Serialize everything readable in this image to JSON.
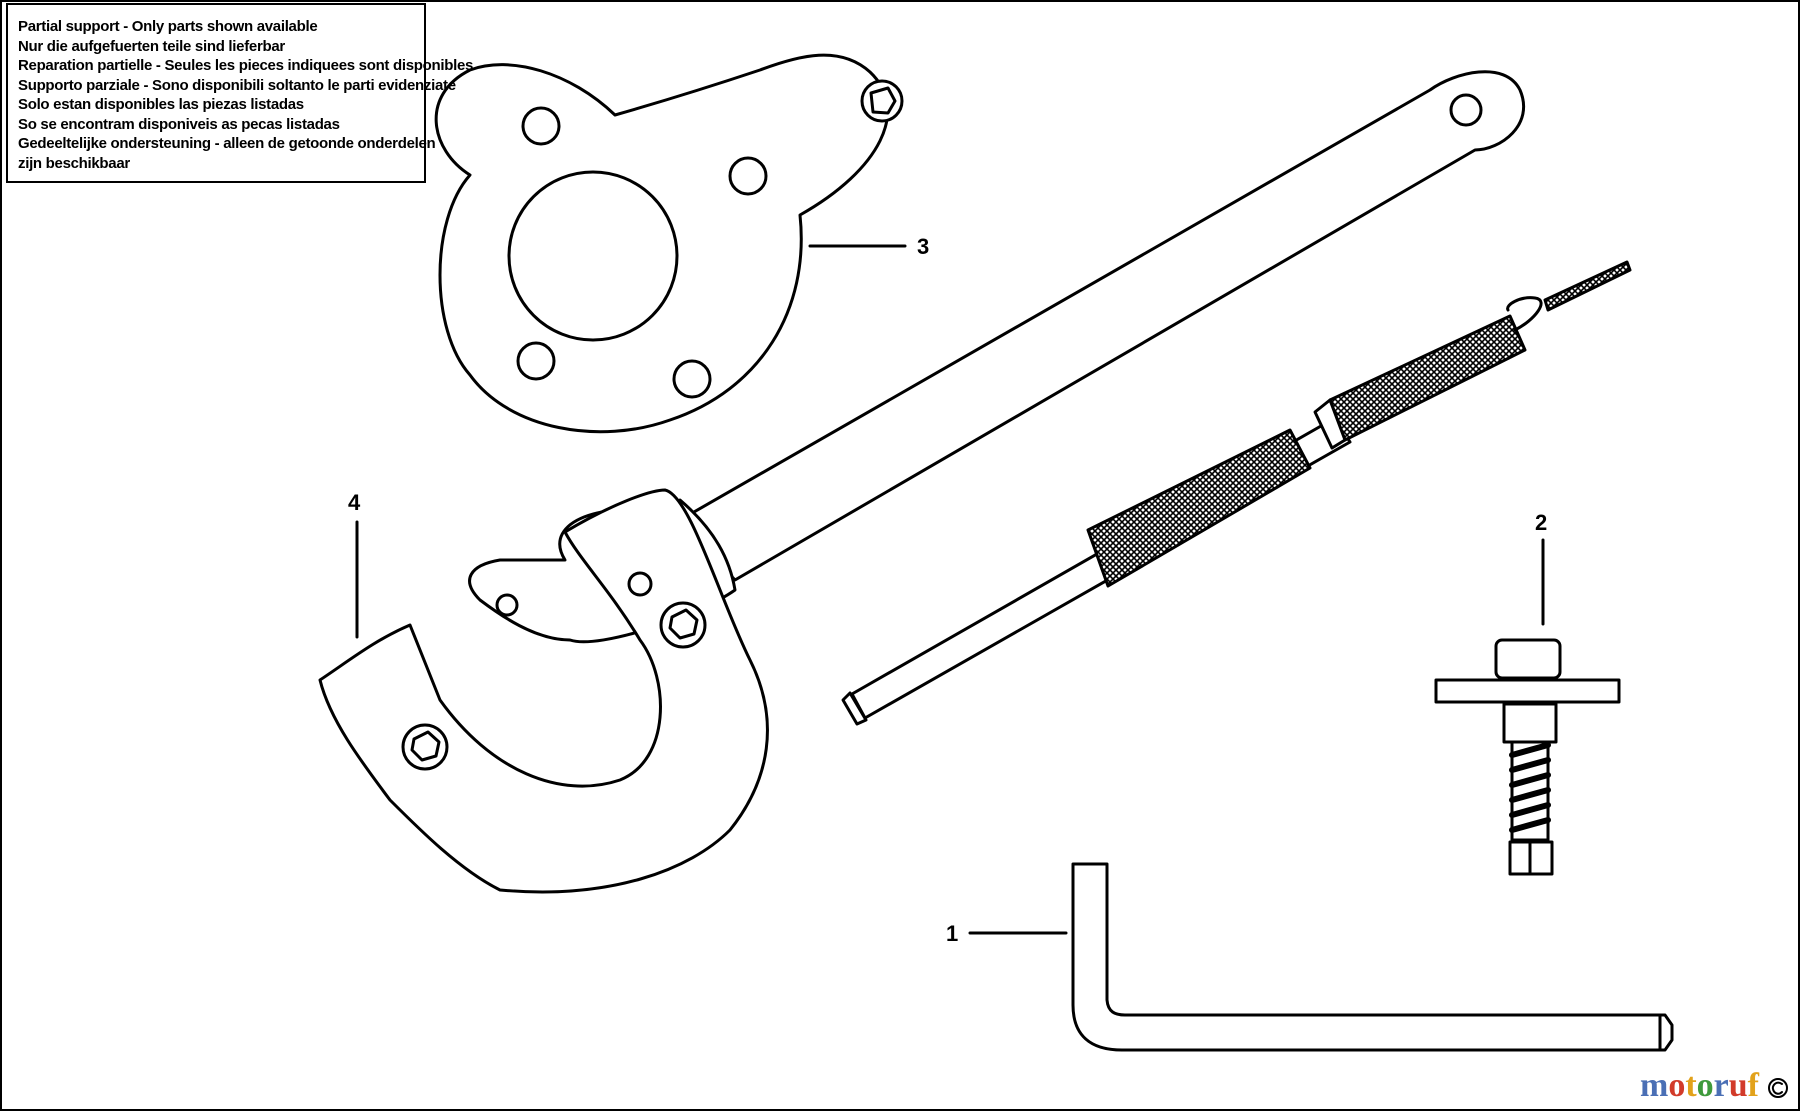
{
  "notice": {
    "lines": [
      "Partial support - Only parts shown available",
      "Nur die aufgefuerten teile sind lieferbar",
      "Reparation partielle - Seules les pieces indiquees sont disponibles",
      "Supporto parziale - Sono disponibili soltanto le parti evidenziate",
      "Solo estan disponibles las piezas listadas",
      "So se encontram disponiveis as pecas listadas",
      "Gedeeltelijke ondersteuning - alleen de getoonde onderdelen",
      "zijn beschikbaar"
    ]
  },
  "callouts": {
    "part1": "1",
    "part2": "2",
    "part3": "3",
    "part4": "4"
  },
  "brand": {
    "letters": [
      "m",
      "o",
      "t",
      "o",
      "r",
      "u",
      "f"
    ],
    "letter_colors": [
      "#4a6fb5",
      "#d23b2a",
      "#e2a21b",
      "#3f9a3c",
      "#4a6fb5",
      "#d23b2a",
      "#e2a21b"
    ]
  }
}
